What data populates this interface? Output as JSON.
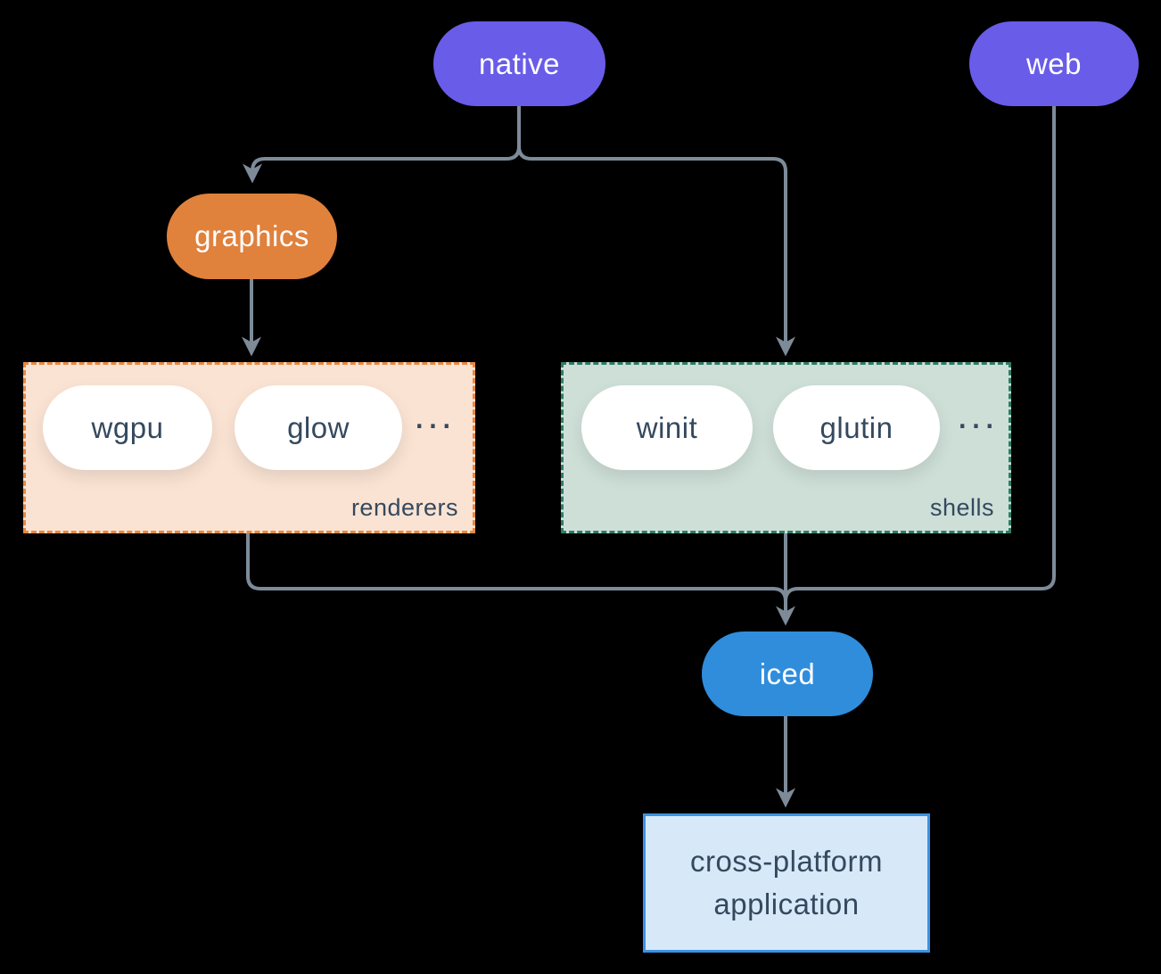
{
  "diagram": {
    "nodes": {
      "native": {
        "label": "native"
      },
      "web": {
        "label": "web"
      },
      "graphics": {
        "label": "graphics"
      },
      "iced": {
        "label": "iced"
      },
      "app": {
        "label_lines": [
          "cross-platform",
          "application"
        ]
      }
    },
    "groups": {
      "renderers": {
        "label": "renderers",
        "items": [
          "wgpu",
          "glow"
        ],
        "ellipsis": "..."
      },
      "shells": {
        "label": "shells",
        "items": [
          "winit",
          "glutin"
        ],
        "ellipsis": "..."
      }
    },
    "colors": {
      "background": "#000000",
      "purple": "#695CE9",
      "orange": "#E0813C",
      "peach_fill": "#FAE3D3",
      "peach_border": "#E8883F",
      "sage_fill": "#CEDFD8",
      "sage_border": "#2E7D63",
      "blue": "#2F8DDC",
      "light_blue_fill": "#D7E8F9",
      "blue_border": "#3B92E2",
      "text_dark": "#34495E",
      "line": "#7D8B99",
      "node_text": "#FFFFFF"
    }
  }
}
